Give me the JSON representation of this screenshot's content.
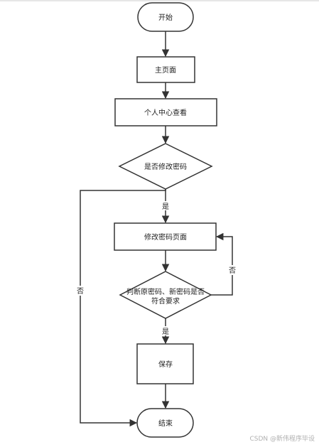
{
  "diagram": {
    "nodes": {
      "start": "开始",
      "home": "主页面",
      "profile": "个人中心查看",
      "q_change": "是否修改密码",
      "change_page": "修改密码页面",
      "q_check_line1": "判断原密码、新密码是否",
      "q_check_line2": "符合要求",
      "save": "保存",
      "end": "结束"
    },
    "edges": {
      "yes1": "是",
      "no_left": "否",
      "no_right": "否",
      "yes2": "是"
    }
  },
  "watermark": "CSDN @新伟程序毕设"
}
